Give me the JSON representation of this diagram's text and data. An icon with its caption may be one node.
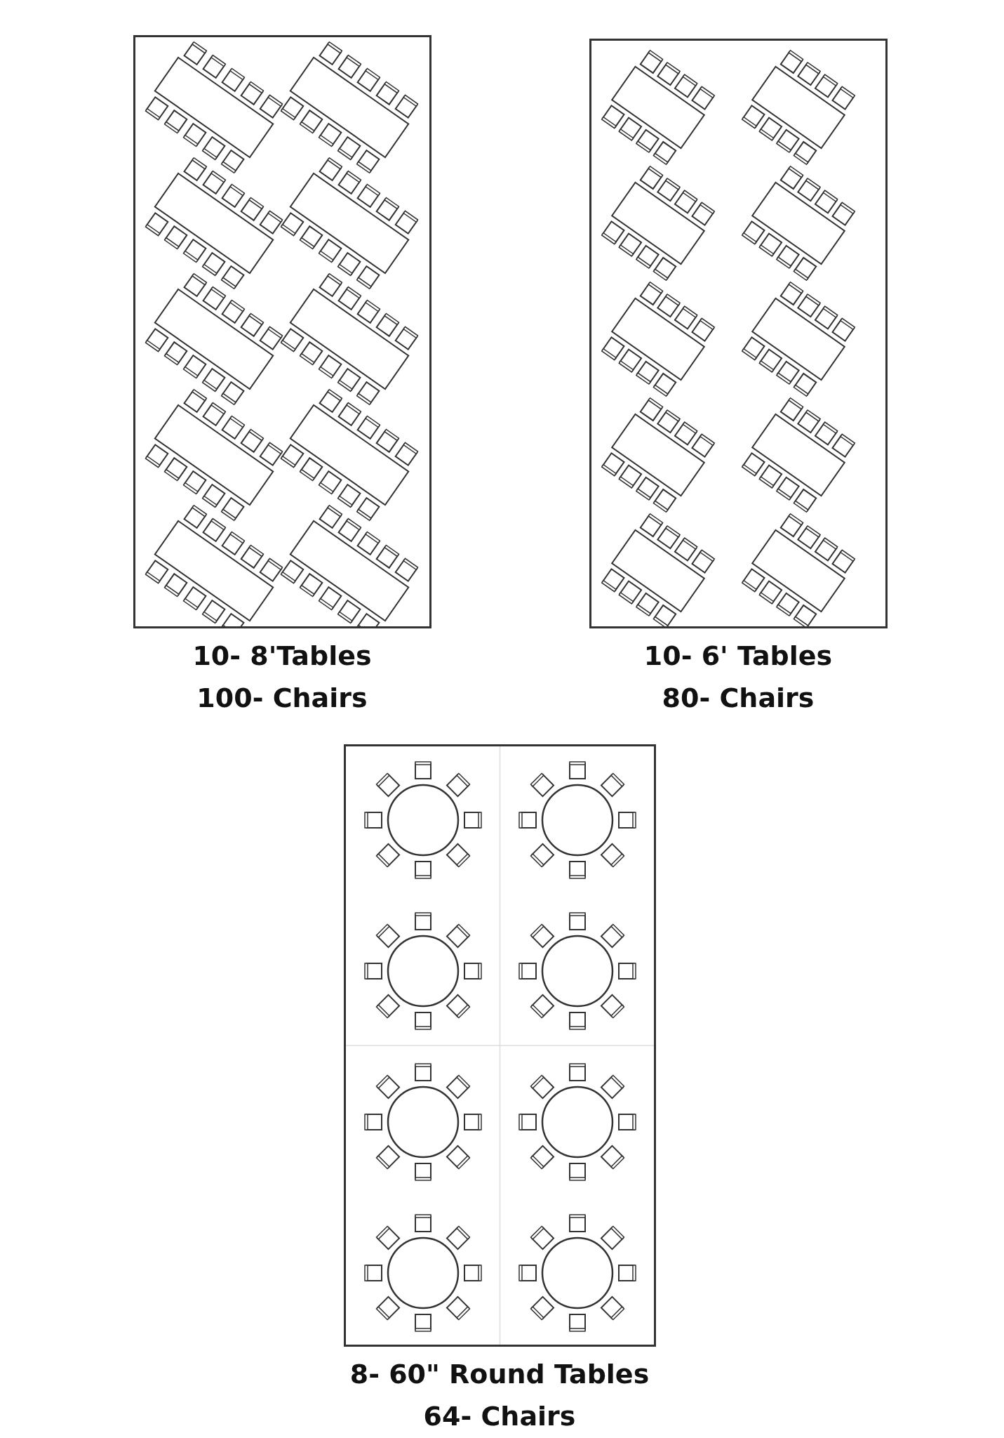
{
  "diagram": {
    "labels": [
      "10- 8'Tables",
      "100- Chairs",
      "10- 6' Tables",
      "80- Chairs",
      "8- 60\" Round Tables",
      "64- Chairs"
    ]
  }
}
